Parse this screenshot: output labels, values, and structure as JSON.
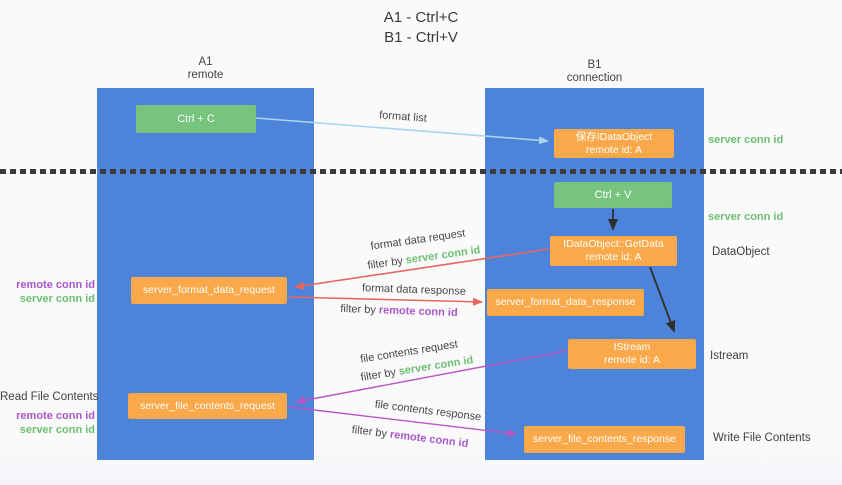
{
  "title": {
    "line1": "A1 - Ctrl+C",
    "line2": "B1 - Ctrl+V"
  },
  "columns": {
    "left": {
      "name": "A1",
      "role": "remote"
    },
    "right": {
      "name": "B1",
      "role": "connection"
    }
  },
  "nodes": {
    "ctrl_c": {
      "label": "Ctrl + C"
    },
    "ctrl_v": {
      "label": "Ctrl + V"
    },
    "save_dataobject": {
      "line1": "保存IDataObject",
      "line2": "remote id: A"
    },
    "getdata": {
      "line1": "IDataObject::GetData",
      "line2": "remote id: A"
    },
    "istream": {
      "line1": "IStream",
      "line2": "remote id: A"
    },
    "format_request": {
      "label": "server_format_data_request"
    },
    "format_response": {
      "label": "server_format_data_response"
    },
    "file_request": {
      "label": "server_file_contents_request"
    },
    "file_response": {
      "label": "server_file_contents_response"
    }
  },
  "arrow_labels": {
    "format_list": "format list",
    "format_data_request": "format data request",
    "format_data_response": "format data response",
    "file_contents_request": "file contents request",
    "file_contents_response": "file contents response",
    "filter_by": "filter by ",
    "server_conn_id": "server conn id",
    "remote_conn_id": "remote conn id"
  },
  "side_labels": {
    "server_conn_id_top": "server conn id",
    "server_conn_id_mid": "server conn id",
    "dataobject": "DataObject",
    "istream": "Istream",
    "read_file_contents": "Read File Contents",
    "write_file_contents": "Write File Contents",
    "remote_conn_id": "remote conn id",
    "server_conn_id": "server conn id"
  },
  "colors": {
    "lifeline_blue": "#4d83d9",
    "action_green": "#77c47f",
    "message_orange": "#f9a94a",
    "arrow_lightblue": "#a9d5f1",
    "arrow_red": "#e9665e",
    "arrow_magenta": "#bb54c6",
    "arrow_black": "#2f2f2f",
    "text_green": "#6cbf73",
    "text_purple": "#ab57cc",
    "background": "#fafafa"
  }
}
